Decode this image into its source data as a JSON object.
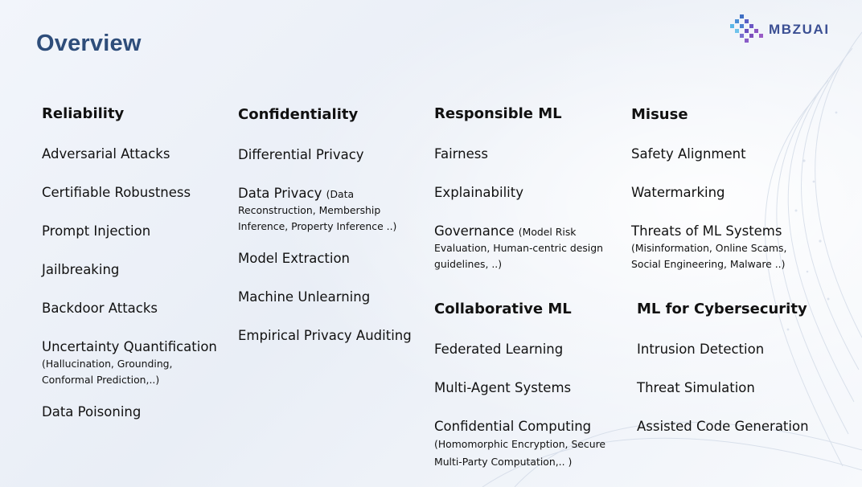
{
  "title": "Overview",
  "logo": {
    "text": "MBZUAI",
    "color": "#3b4f93"
  },
  "reliability": {
    "heading": "Reliability",
    "items": [
      "Adversarial Attacks",
      "Certifiable Robustness",
      "Prompt Injection",
      "Jailbreaking",
      "Backdoor Attacks"
    ],
    "uncertainty": {
      "label": "Uncertainty Quantification",
      "detail1": "(Hallucination, Grounding,",
      "detail2": "Conformal Prediction,..)"
    },
    "last": "Data Poisoning"
  },
  "confidentiality": {
    "heading": "Confidentiality",
    "item1": "Differential Privacy",
    "data_privacy": {
      "label": "Data Privacy",
      "detail0": "(Data",
      "detail1": "Reconstruction, Membership",
      "detail2": "Inference, Property Inference ..)"
    },
    "items": [
      "Model Extraction",
      "Machine Unlearning",
      "Empirical Privacy Auditing"
    ]
  },
  "responsible_ml": {
    "heading": "Responsible ML",
    "items": [
      "Fairness",
      "Explainability"
    ],
    "governance": {
      "label": "Governance",
      "detail0": "(Model Risk",
      "detail1": "Evaluation, Human-centric design",
      "detail2": "guidelines, ..)"
    }
  },
  "misuse": {
    "heading": "Misuse",
    "items": [
      "Safety Alignment",
      "Watermarking"
    ],
    "threats": {
      "label": "Threats of ML Systems",
      "detail1": "(Misinformation, Online Scams,",
      "detail2": "Social Engineering, Malware ..)"
    }
  },
  "collaborative_ml": {
    "heading": "Collaborative ML",
    "items": [
      "Federated Learning",
      "Multi-Agent Systems"
    ],
    "confidential_computing": {
      "label": "Confidential Computing",
      "detail1": "(Homomorphic Encryption, Secure",
      "detail2": "Multi-Party Computation,.. )"
    }
  },
  "ml_cybersecurity": {
    "heading": "ML for Cybersecurity",
    "items": [
      "Intrusion Detection",
      "Threat Simulation",
      "Assisted Code Generation"
    ]
  }
}
